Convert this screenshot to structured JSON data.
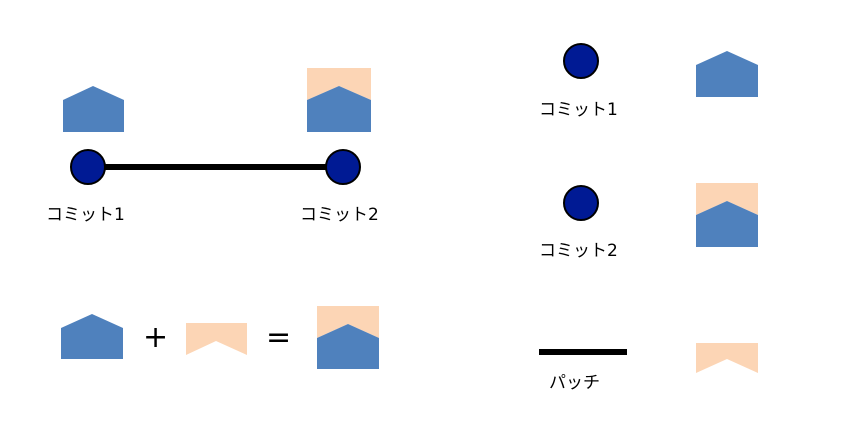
{
  "colors": {
    "commit_dot": "#001a94",
    "base_shape": "#4f81bd",
    "patch_shape": "#fcd5b5",
    "line": "#000000"
  },
  "diagram": {
    "left_top": {
      "commit1_label": "コミット1",
      "commit2_label": "コミット2"
    },
    "equation": {
      "plus": "+",
      "equals": "="
    },
    "legend": {
      "commit1_label": "コミット1",
      "commit2_label": "コミット2",
      "patch_label": "パッチ"
    }
  }
}
